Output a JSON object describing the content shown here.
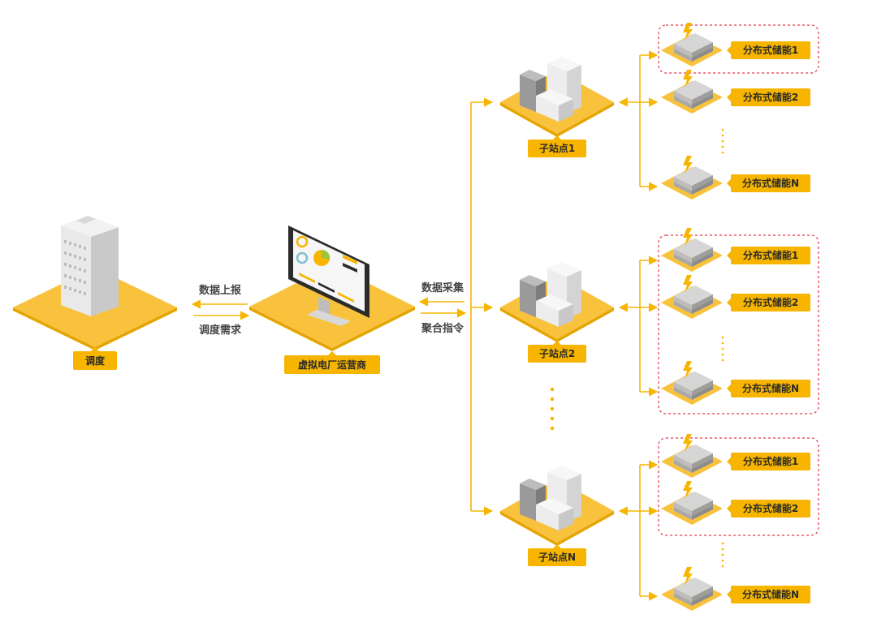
{
  "colors": {
    "accent": "#F7B500",
    "platform": "#F9C23C",
    "arrow": "#F7B500",
    "group_border": "#E8344B",
    "label_text": "#2a2a2a"
  },
  "dispatch": {
    "label": "调度"
  },
  "operator": {
    "label": "虚拟电厂运营商"
  },
  "flows": {
    "upload": "数据上报",
    "demand": "调度需求",
    "collect": "数据采集",
    "command": "聚合指令"
  },
  "substations": [
    {
      "label": "子站点1",
      "storage": [
        {
          "label": "分布式储能1"
        },
        {
          "label": "分布式储能2"
        },
        {
          "label": "分布式储能N"
        }
      ]
    },
    {
      "label": "子站点2",
      "storage": [
        {
          "label": "分布式储能1"
        },
        {
          "label": "分布式储能2"
        },
        {
          "label": "分布式储能N"
        }
      ]
    },
    {
      "label": "子站点N",
      "storage": [
        {
          "label": "分布式储能1"
        },
        {
          "label": "分布式储能2"
        },
        {
          "label": "分布式储能N"
        }
      ]
    }
  ]
}
